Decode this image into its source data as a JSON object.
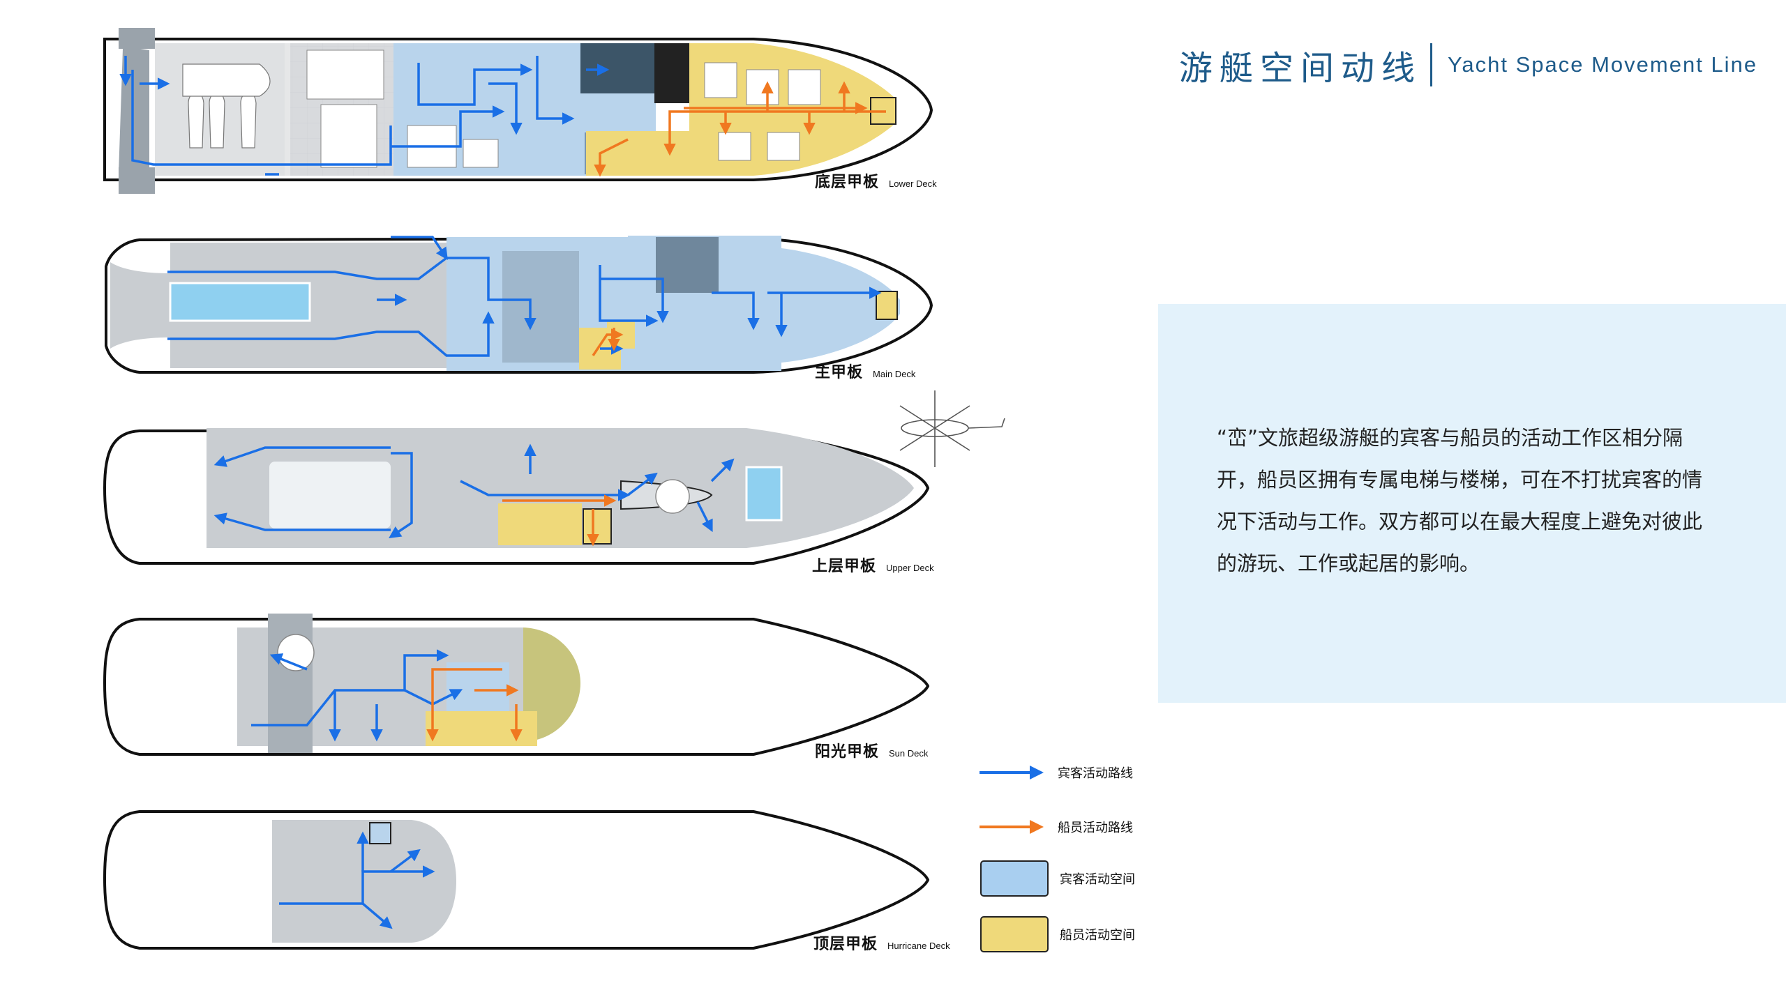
{
  "title": {
    "cn": "游艇空间动线",
    "en": "Yacht Space Movement Line"
  },
  "description": "“峦”文旅超级游艇的宾客与船员的活动工作区相分隔开，船员区拥有专属电梯与楼梯，可在不打扰宾客的情况下活动与工作。双方都可以在最大程度上避免对彼此的游玩、工作或起居的影响。",
  "decks": [
    {
      "cn": "底层甲板",
      "en": "Lower Deck"
    },
    {
      "cn": "主甲板",
      "en": "Main Deck"
    },
    {
      "cn": "上层甲板",
      "en": "Upper Deck"
    },
    {
      "cn": "阳光甲板",
      "en": "Sun Deck"
    },
    {
      "cn": "顶层甲板",
      "en": "Hurricane Deck"
    }
  ],
  "legend": {
    "guest_route": "宾客活动路线",
    "crew_route": "船员活动路线",
    "guest_space": "宾客活动空间",
    "crew_space": "船员活动空间"
  },
  "colors": {
    "guest": "#1a6fe6",
    "crew": "#f07820",
    "guest_space": "#a9cff0",
    "crew_space": "#efd97a",
    "sun_crew_space": "#c7c47c",
    "deck_grey": "#c4c8cc",
    "room_blue": "#b9d4ec",
    "title": "#1e5b8a",
    "panel": "#e3f2fb"
  }
}
